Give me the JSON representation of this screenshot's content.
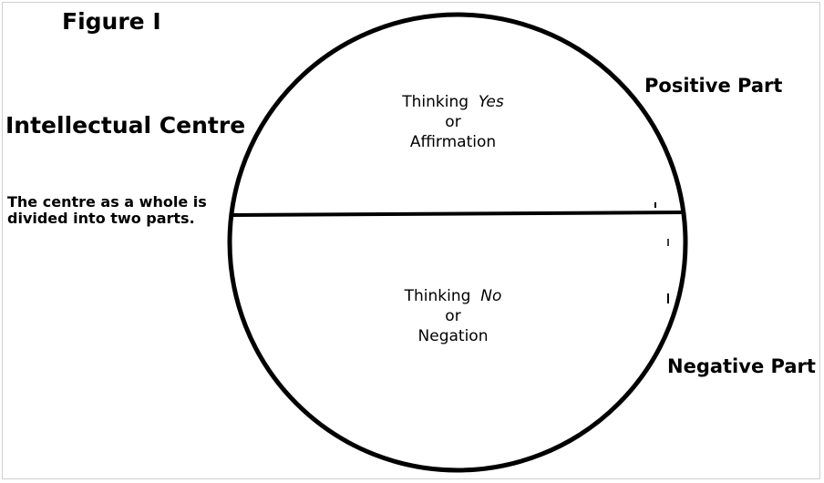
{
  "figure": {
    "title": "Figure I"
  },
  "centre": {
    "title": "Intellectual Centre",
    "note_line1": "The centre as a whole is",
    "note_line2": "divided into two parts."
  },
  "parts": {
    "positive": {
      "label": "Positive Part",
      "thinking_prefix": "Thinking",
      "thinking_word": "Yes",
      "connector": "or",
      "meaning": "Affirmation"
    },
    "negative": {
      "label": "Negative Part",
      "thinking_prefix": "Thinking",
      "thinking_word": "No",
      "connector": "or",
      "meaning": "Negation"
    }
  },
  "colors": {
    "ink": "#000000",
    "background": "#ffffff"
  }
}
